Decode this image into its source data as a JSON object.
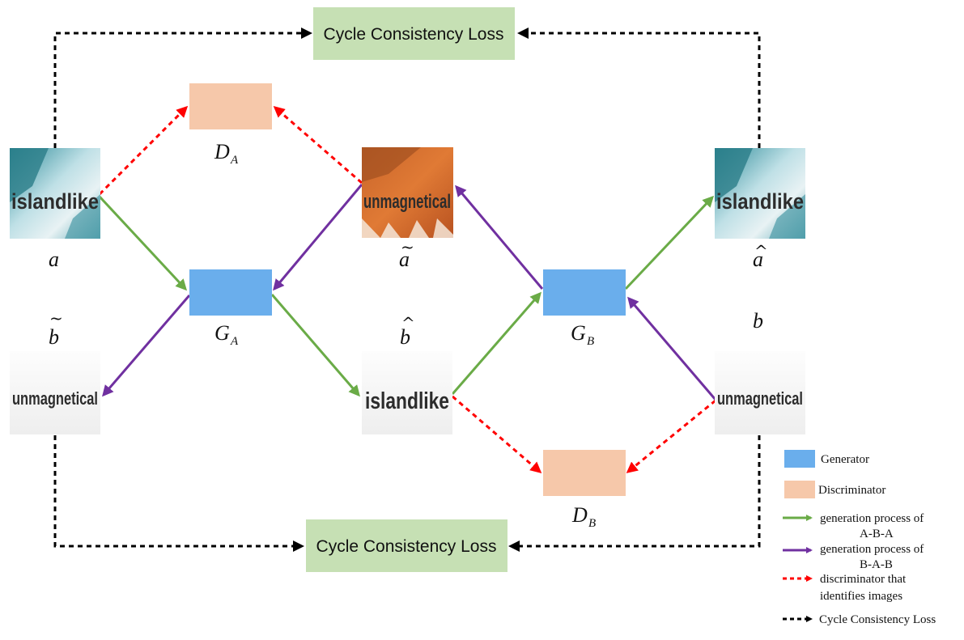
{
  "diagram": {
    "loss_top": "Cycle Consistency Loss",
    "loss_bottom": "Cycle Consistency Loss",
    "nodes": {
      "d_a": {
        "letter": "D",
        "sub": "A"
      },
      "g_a": {
        "letter": "G",
        "sub": "A"
      },
      "g_b": {
        "letter": "G",
        "sub": "B"
      },
      "d_b": {
        "letter": "D",
        "sub": "B"
      }
    },
    "images": {
      "a": {
        "word": "islandlike",
        "label": "a",
        "accent": ""
      },
      "a_tilde": {
        "word": "unmagnetical",
        "label": "a",
        "accent": "~"
      },
      "a_hat": {
        "word": "islandlike",
        "label": "a",
        "accent": "^"
      },
      "b_tilde": {
        "word": "unmagnetical",
        "label": "b",
        "accent": "~"
      },
      "b_hat": {
        "word": "islandlike",
        "label": "b",
        "accent": "^"
      },
      "b": {
        "word": "unmagnetical",
        "label": "b",
        "accent": ""
      }
    }
  },
  "legend": {
    "generator": "Generator",
    "discriminator": "Discriminator",
    "green_line1": "generation process of",
    "green_line2": "A-B-A",
    "purple_line1": "generation process of",
    "purple_line2": "B-A-B",
    "red_line1": "discriminator that",
    "red_line2": "identifies images",
    "black": "Cycle Consistency Loss"
  },
  "colors": {
    "generator": "#6aaeec",
    "discriminator": "#f6c8aa",
    "loss_box": "#c6e0b4",
    "green_arrow": "#6aab47",
    "purple_arrow": "#7030a0",
    "red_arrow": "#ff0000",
    "black_arrow": "#000000"
  }
}
